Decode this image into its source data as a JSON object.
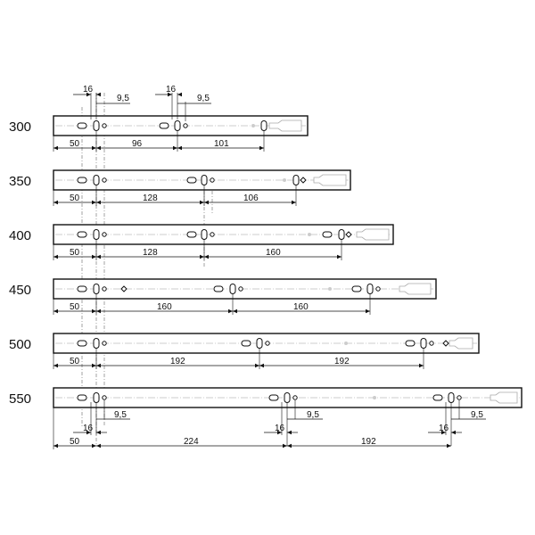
{
  "rails": [
    {
      "length": "300",
      "dims": [
        "50",
        "96",
        "101"
      ],
      "top_dims": [
        "16",
        "9,5",
        "16",
        "9,5"
      ],
      "bottom_dims": []
    },
    {
      "length": "350",
      "dims": [
        "50",
        "128",
        "106"
      ],
      "top_dims": [],
      "bottom_dims": []
    },
    {
      "length": "400",
      "dims": [
        "50",
        "128",
        "160"
      ],
      "top_dims": [],
      "bottom_dims": []
    },
    {
      "length": "450",
      "dims": [
        "50",
        "160",
        "160"
      ],
      "top_dims": [],
      "bottom_dims": []
    },
    {
      "length": "500",
      "dims": [
        "50",
        "192",
        "192"
      ],
      "top_dims": [],
      "bottom_dims": []
    },
    {
      "length": "550",
      "dims": [
        "50",
        "224",
        "192"
      ],
      "top_dims": [],
      "bottom_dims": [
        "9,5",
        "16",
        "9,5",
        "16",
        "9,5",
        "16"
      ]
    }
  ]
}
